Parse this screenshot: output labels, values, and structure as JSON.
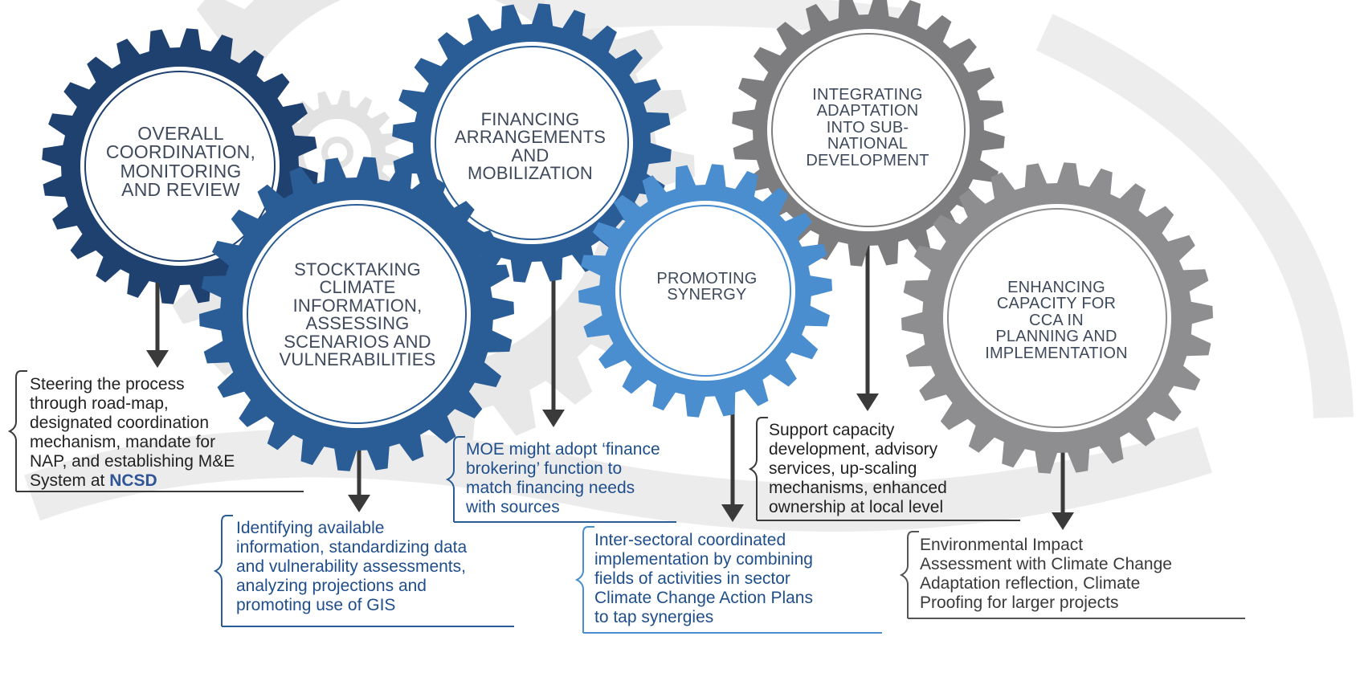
{
  "colors": {
    "navy": "#1f4170",
    "medium_blue": "#2a5d96",
    "light_blue": "#4a8ed0",
    "dark_gray": "#7d7d7f",
    "medium_gray": "#8e8e90",
    "watermark": "#e8e8e8",
    "label_text": "#3f4a5c",
    "blue_text": "#1f4e8c",
    "dark_text": "#222222",
    "highlight": "#2f5597"
  },
  "diagram": {
    "gears": [
      {
        "id": "coordination",
        "lines": [
          "OVERALL",
          "COORDINATION,",
          "MONITORING",
          "AND REVIEW"
        ],
        "color": "navy"
      },
      {
        "id": "stocktaking",
        "lines": [
          "STOCKTAKING",
          "CLIMATE",
          "INFORMATION,",
          "ASSESSING",
          "SCENARIOS AND",
          "VULNERABILITIES"
        ],
        "color": "medium_blue"
      },
      {
        "id": "financing",
        "lines": [
          "FINANCING",
          "ARRANGEMENTS",
          "AND",
          "MOBILIZATION"
        ],
        "color": "medium_blue"
      },
      {
        "id": "synergy",
        "lines": [
          "PROMOTING",
          "SYNERGY"
        ],
        "color": "light_blue"
      },
      {
        "id": "integrating",
        "lines": [
          "INTEGRATING",
          "ADAPTATION",
          "INTO SUB-",
          "NATIONAL",
          "DEVELOPMENT"
        ],
        "color": "dark_gray"
      },
      {
        "id": "enhancing",
        "lines": [
          "ENHANCING",
          "CAPACITY FOR",
          "CCA IN",
          "PLANNING AND",
          "IMPLEMENTATION"
        ],
        "color": "medium_gray"
      }
    ],
    "descriptions": {
      "coordination": {
        "lines": [
          "Steering the process",
          "through road-map,",
          "designated coordination",
          "mechanism, mandate for",
          "NAP, and establishing M&E",
          "System at "
        ],
        "highlight": "NCSD"
      },
      "stocktaking": {
        "lines": [
          "Identifying available",
          "information, standardizing data",
          "and vulnerability assessments,",
          "analyzing projections and",
          "promoting use of GIS"
        ]
      },
      "financing": {
        "lines": [
          "MOE might adopt ‘finance",
          "brokering’ function to",
          "match financing needs",
          "with sources"
        ]
      },
      "synergy": {
        "lines": [
          "Inter-sectoral coordinated",
          "implementation by combining",
          "fields of activities in sector",
          "Climate Change Action Plans",
          "to tap synergies"
        ]
      },
      "integrating": {
        "lines": [
          "Support capacity",
          "development, advisory",
          "services, up-scaling",
          "mechanisms, enhanced",
          "ownership at local level"
        ]
      },
      "enhancing": {
        "lines": [
          "Environmental Impact",
          "Assessment with Climate Change",
          "Adaptation reflection, Climate",
          "Proofing for larger projects"
        ]
      }
    }
  }
}
